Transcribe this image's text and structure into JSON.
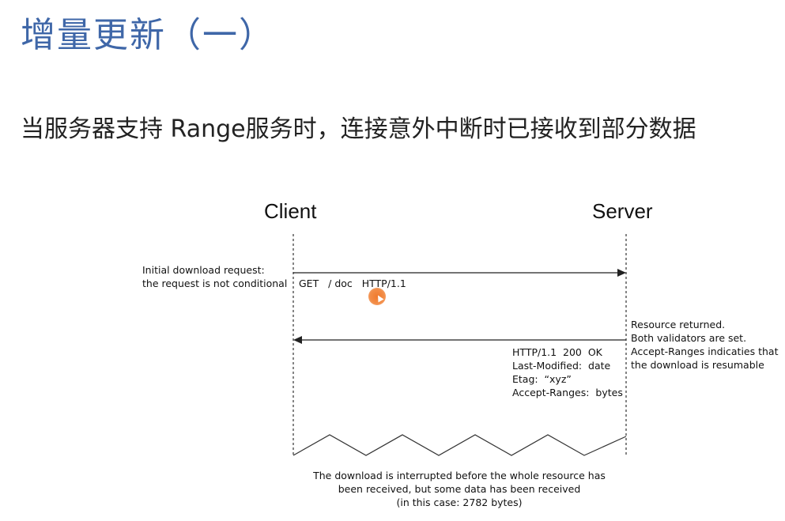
{
  "title": "增量更新（一）",
  "subtitle": "当服务器支持 Range服务时，连接意外中断时已接收到部分数据",
  "actors": {
    "client": "Client",
    "server": "Server"
  },
  "request_note": [
    "Initial download request:",
    "the request is not conditional"
  ],
  "request_message": "GET   / doc   HTTP/1.1",
  "server_note": [
    "Resource returned.",
    "Both validators are set.",
    "Accept-Ranges indicaties that",
    "the download is resumable"
  ],
  "response_lines": [
    "HTTP/1.1  200  OK",
    "Last-Modified:  date",
    "Etag:  “xyz”",
    "Accept-Ranges:  bytes"
  ],
  "interrupt_note": [
    "The download is interrupted before the whole resource has",
    "been received, but some data has been received",
    "(in this case: 2782 bytes)"
  ],
  "colors": {
    "title": "#3f67a8",
    "cursor": "#f07a2e",
    "line": "#222222"
  }
}
